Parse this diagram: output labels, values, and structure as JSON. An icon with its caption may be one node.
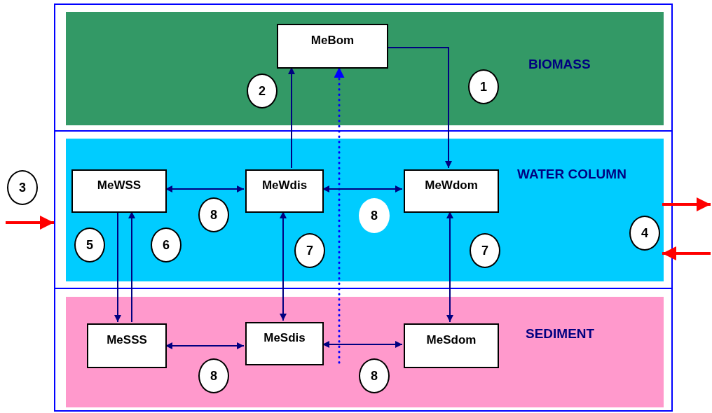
{
  "diagram": {
    "nodes": [
      {
        "text": [],
        "shape": "box"
      },
      {
        "text": [
          "BIOMASS"
        ],
        "in": 0
      },
      {
        "text": [
          "MeBom"
        ],
        "in": 1
      },
      {
        "text": [
          "1"
        ],
        "in": 1
      },
      {
        "text": [
          "2"
        ],
        "in": 1
      },
      {
        "text": [
          "3"
        ]
      },
      {
        "text": [
          "WATER COLUMN"
        ],
        "in": 0
      },
      {
        "text": [
          "MeWSS"
        ],
        "in": 6
      },
      {
        "text": [
          "MeWdis"
        ],
        "in": 6
      },
      {
        "text": [
          "MeWdom"
        ],
        "in": 6
      },
      {
        "text": [
          "8"
        ],
        "in": 6
      },
      {
        "text": [
          "8"
        ],
        "in": 6
      },
      {
        "text": [
          "4"
        ],
        "in": 6
      },
      {
        "text": [
          "5"
        ],
        "in": 6
      },
      {
        "text": [
          "6"
        ],
        "in": 6
      },
      {
        "text": [
          "7"
        ],
        "in": 6
      },
      {
        "text": [
          "7"
        ],
        "in": 6
      },
      {
        "text": [
          "SEDIMENT"
        ],
        "in": 0
      },
      {
        "text": [
          "MeSSS"
        ],
        "in": 17
      },
      {
        "text": [
          "MeSdis"
        ],
        "in": 17
      },
      {
        "text": [
          "MeSdom"
        ],
        "in": 17
      },
      {
        "text": [
          "8"
        ],
        "in": 17
      },
      {
        "text": [
          "8"
        ],
        "in": 17
      }
    ],
    "edges": [
      {
        "from": 2,
        "to": 9,
        "arrow": "to"
      },
      {
        "from": 8,
        "to": 2,
        "arrow": "to"
      },
      {
        "from": null,
        "to": 2,
        "arrow": "to",
        "style": "dashed",
        "color": "#0000ff"
      },
      {
        "from": 7,
        "to": 8,
        "arrow": "both"
      },
      {
        "from": 8,
        "to": 9,
        "arrow": "both"
      },
      {
        "from": 7,
        "to": 18,
        "arrow": "to"
      },
      {
        "from": 18,
        "to": 7,
        "arrow": "to"
      },
      {
        "from": 8,
        "to": 19,
        "arrow": "both"
      },
      {
        "from": 9,
        "to": 20,
        "arrow": "both"
      },
      {
        "from": 18,
        "to": 19,
        "arrow": "both"
      },
      {
        "from": 19,
        "to": 20,
        "arrow": "both"
      },
      {
        "from": null,
        "to": 0,
        "arrow": "to",
        "style": "thick",
        "color": "#ff0000"
      },
      {
        "from": 6,
        "to": null,
        "arrow": "to",
        "style": "thick",
        "color": "#ff0000"
      },
      {
        "from": null,
        "to": 6,
        "arrow": "to",
        "style": "thick",
        "color": "#ff0000"
      }
    ]
  }
}
